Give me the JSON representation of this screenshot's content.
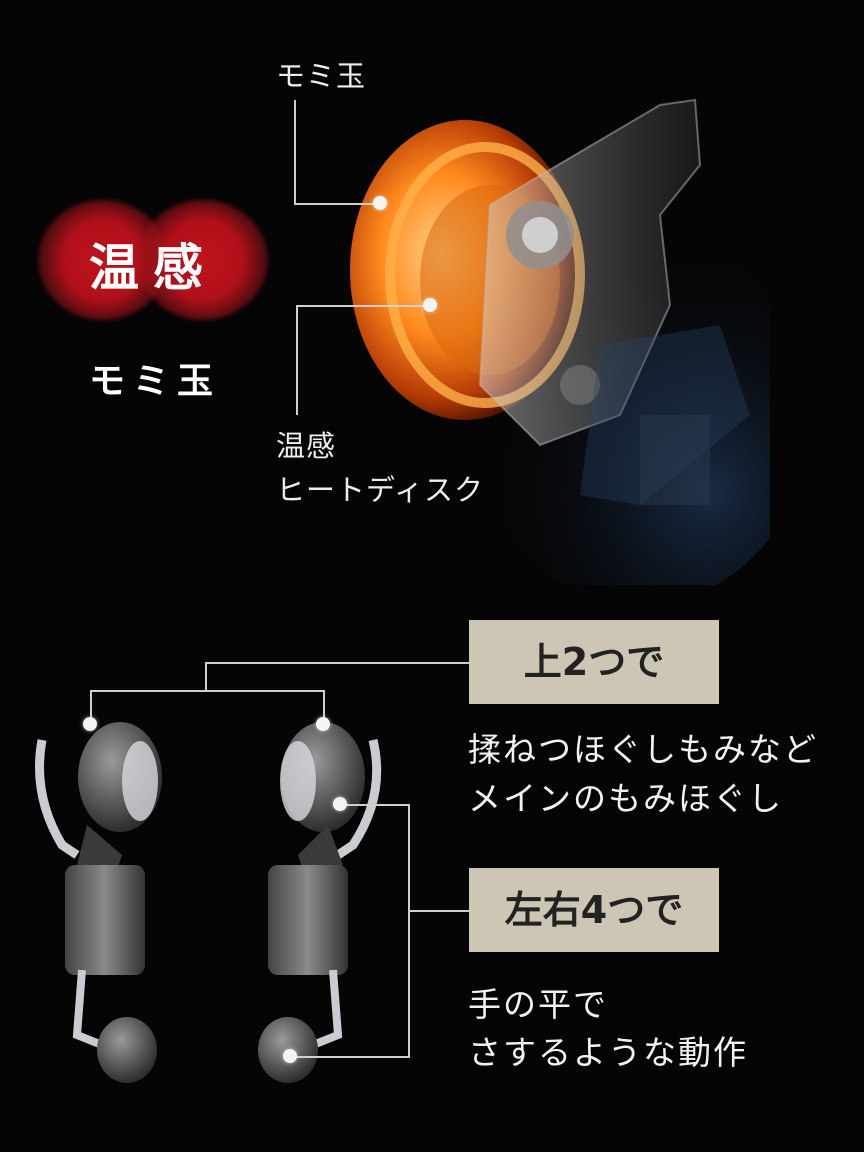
{
  "top": {
    "badge_text": "温感",
    "badge_sub": "モミ玉",
    "label_momi": "モミ玉",
    "label_heat_line1": "温感",
    "label_heat_line2": "ヒートディスク"
  },
  "bottom": {
    "upper_box": "上2つで",
    "upper_desc_line1": "揉ねつほぐしもみなど",
    "upper_desc_line2": "メインのもみほぐし",
    "side_box": "左右4つで",
    "side_desc_line1": "手の平で",
    "side_desc_line2": "さするような動作"
  },
  "colors": {
    "background": "#050505",
    "badge_red": "#c0131c",
    "box_beige": "#cdc6b4",
    "heat_orange": "#ff8a1e"
  }
}
